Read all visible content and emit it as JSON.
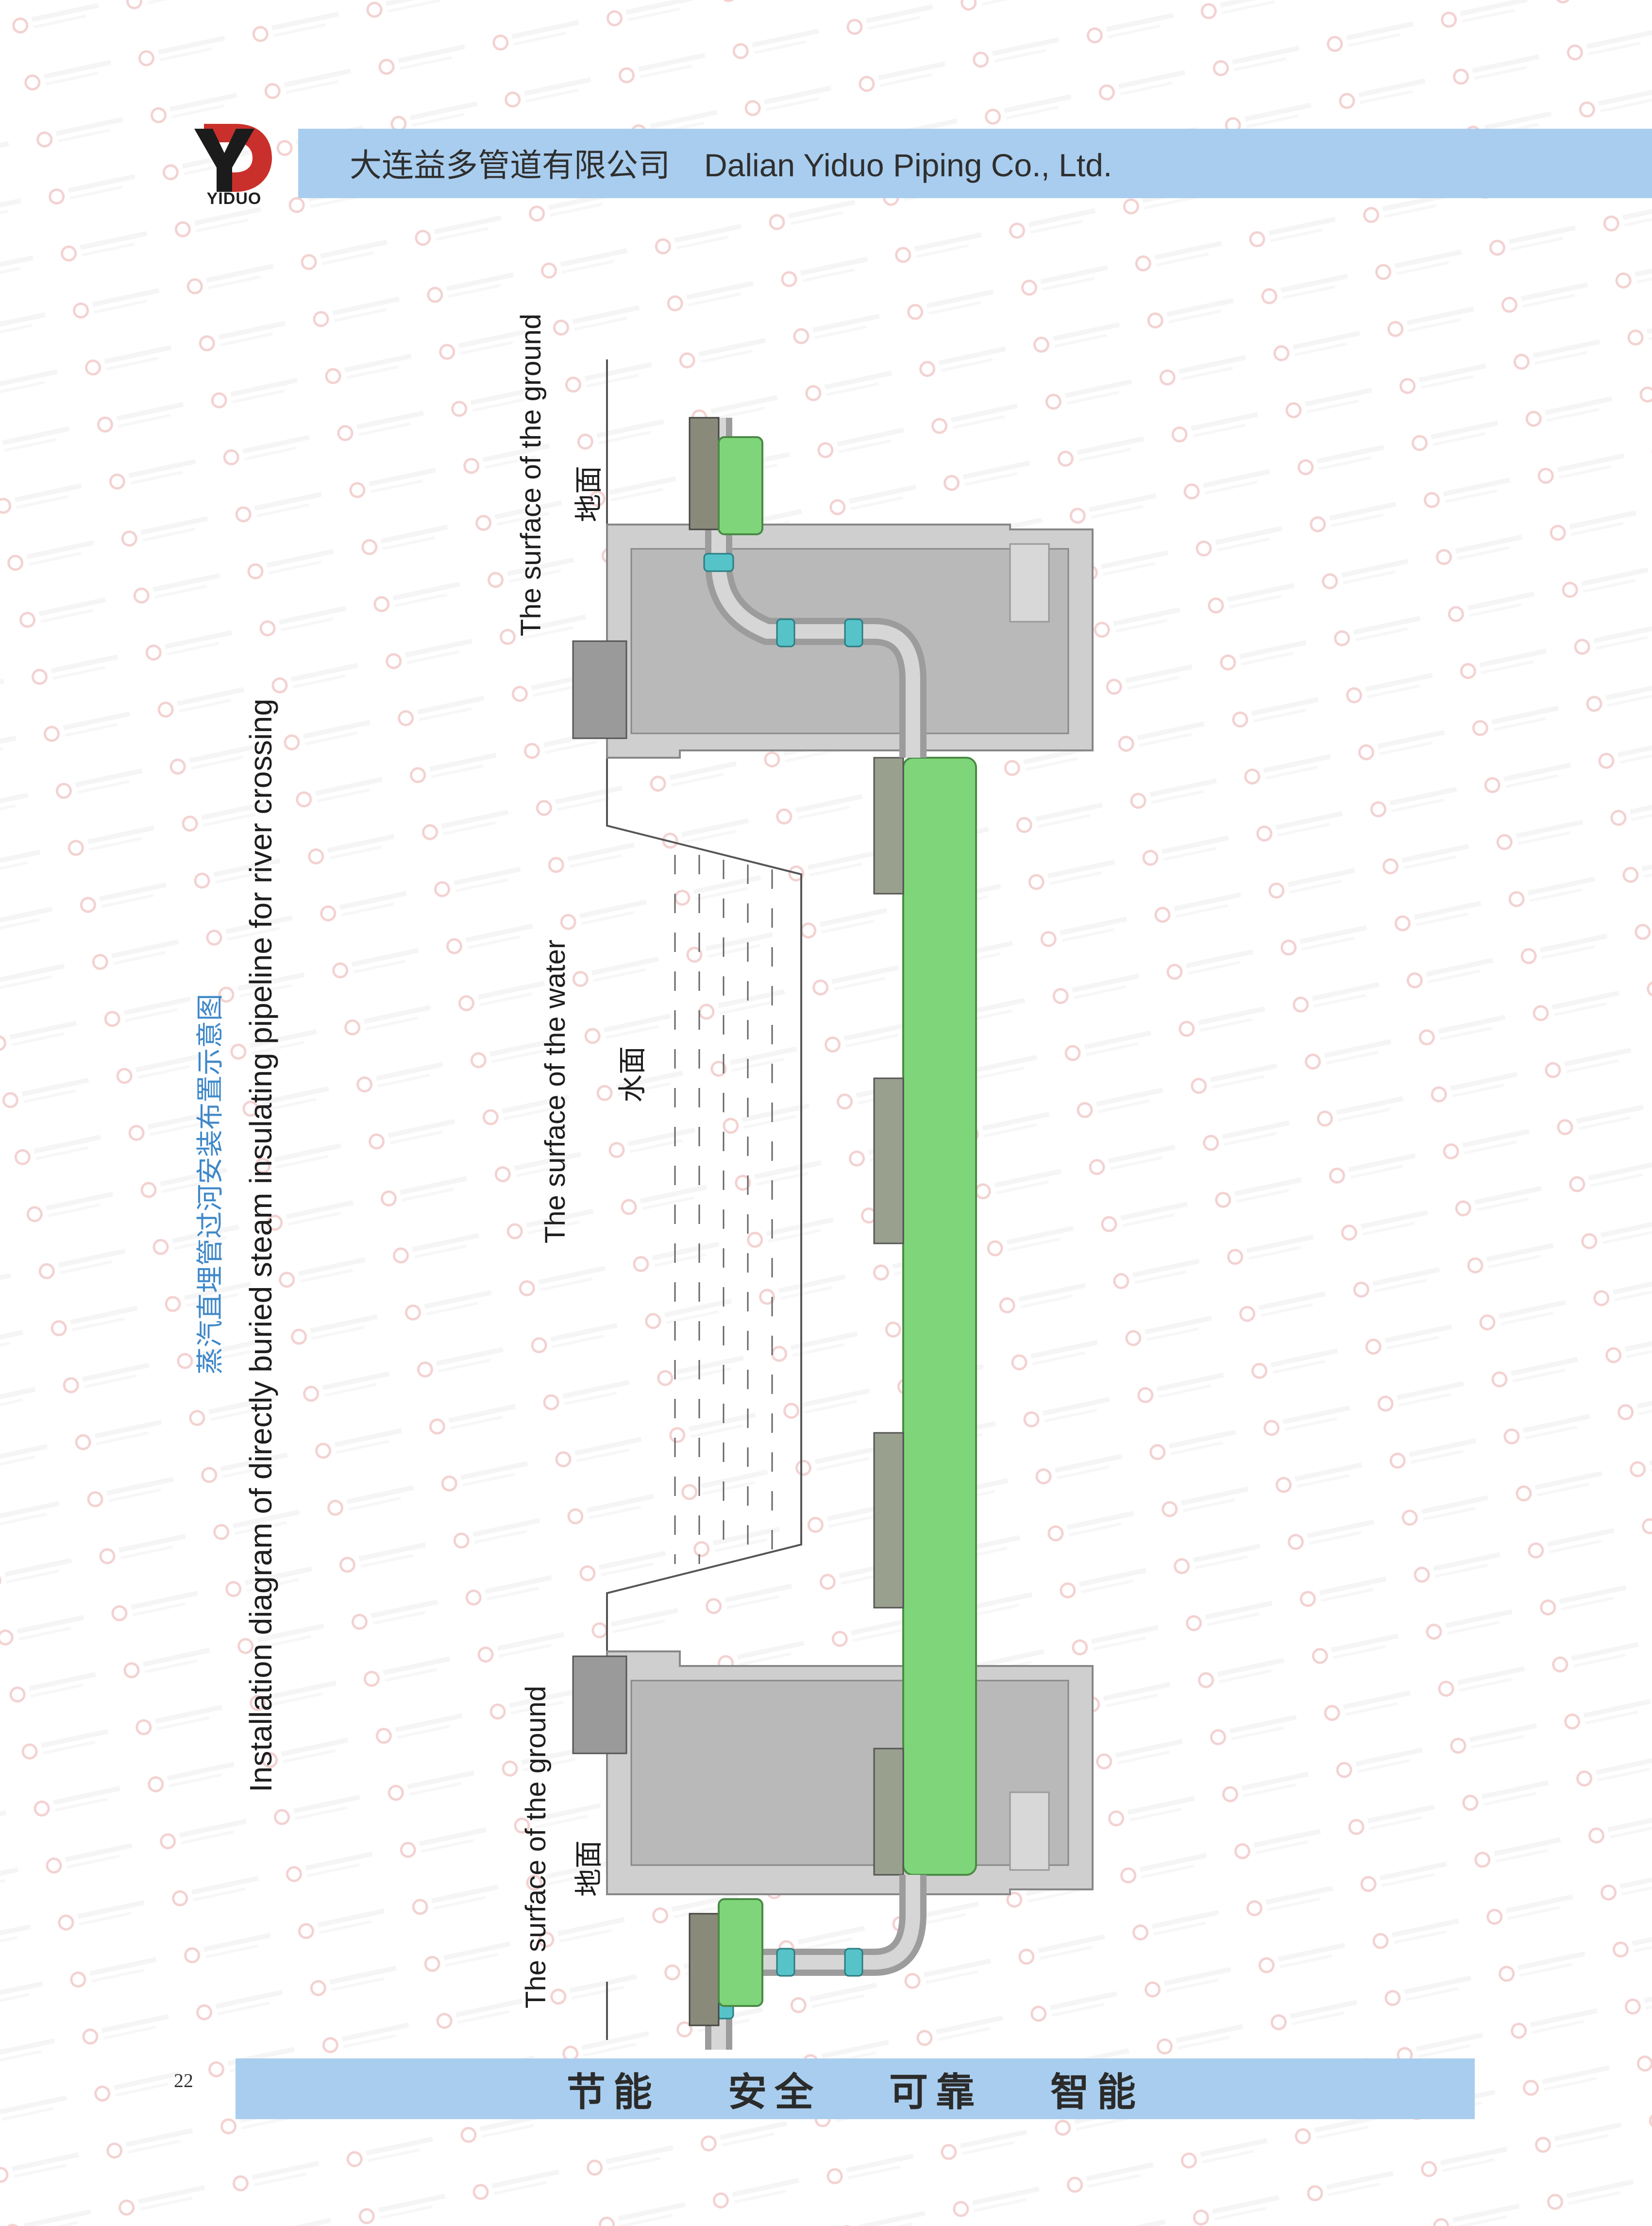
{
  "header": {
    "company_cn": "大连益多管道有限公司",
    "company_en": "Dalian Yiduo Piping Co., Ltd."
  },
  "logo": {
    "word": "YIDUO"
  },
  "title": {
    "cn": "蒸汽直埋管过河安装布置示意图",
    "en": "Installation diagram of directly buried steam insulating pipeline for river crossing"
  },
  "labels": {
    "ground_en_top": "The surface of the ground",
    "ground_cn_top": "地面",
    "water_en": "The surface of the water",
    "water_cn": "水面",
    "ground_en_bottom": "The surface of the ground",
    "ground_cn_bottom": "地面"
  },
  "footer": {
    "words": [
      "节能",
      "安全",
      "可靠",
      "智能"
    ],
    "page_number": "22"
  },
  "colors": {
    "band": "#a9cdee",
    "pipe_green": "#7fd67a",
    "chamber": "#c8c8c8",
    "title_blue": "#3f88c9"
  }
}
